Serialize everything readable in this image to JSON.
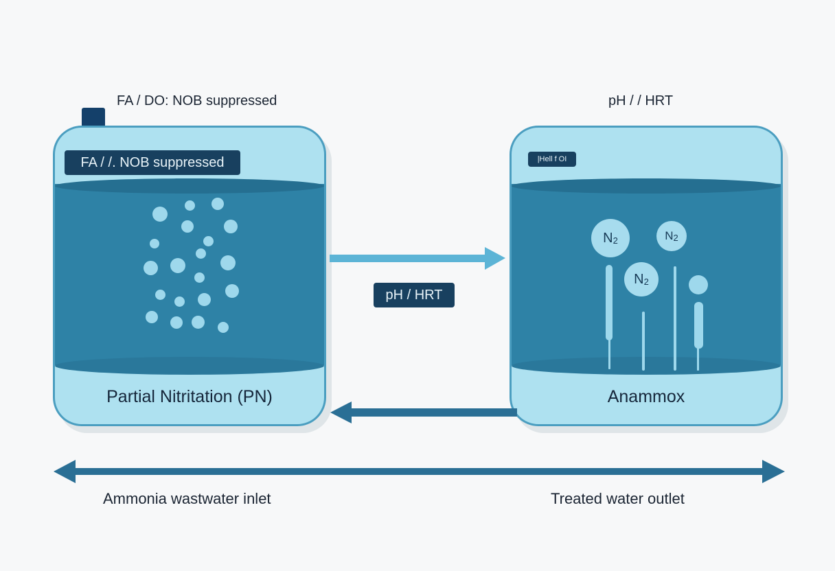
{
  "colors": {
    "background": "#f7f8f9",
    "tank_border": "#4b9ec0",
    "tank_light": "#aee1f0",
    "liquid": "#2e82a6",
    "badge": "#18405f",
    "arrow": "#2a6f95"
  },
  "left_tank": {
    "top_label": "FA / DO: NOB suppressed",
    "badge": "FA / /. NOB suppressed",
    "name": "Partial Nitritation (PN)"
  },
  "right_tank": {
    "top_label": "pH / / HRT",
    "badge": "|Hell f OI",
    "name": "Anammox",
    "n2_labels": [
      "N",
      "N",
      "N"
    ],
    "n2_subscript": "2"
  },
  "middle": {
    "badge": "pH / HRT"
  },
  "bottom": {
    "inlet": "Ammonia wastwater inlet",
    "outlet": "Treated water outlet"
  },
  "icons": [
    "square-marker-icon",
    "arrow-right-icon",
    "arrow-left-icon",
    "double-arrow-icon"
  ]
}
